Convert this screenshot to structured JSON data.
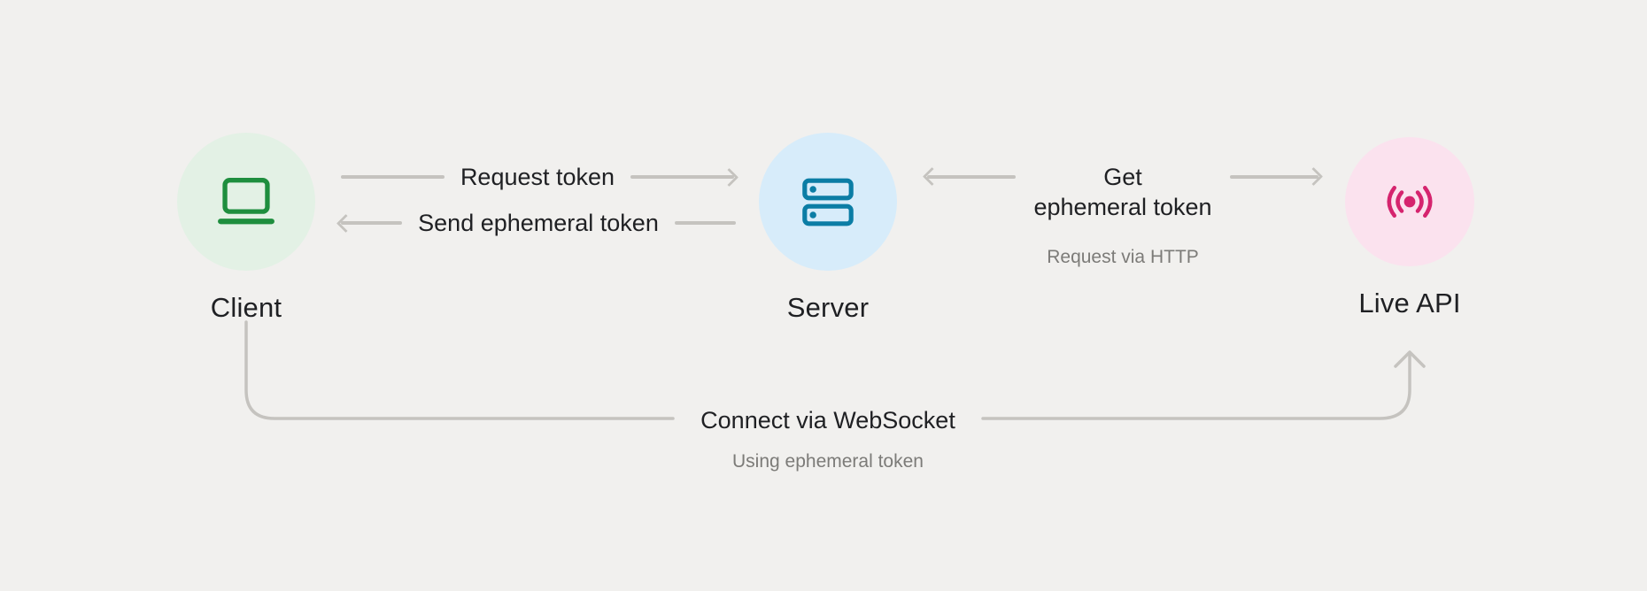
{
  "page": {
    "background": "#f1f0ee",
    "type": "architecture-diagram"
  },
  "nodes": {
    "client": {
      "label": "Client",
      "icon": "laptop-icon",
      "circle_color": "#e3f1e5",
      "icon_color": "#1e8e3e"
    },
    "server": {
      "label": "Server",
      "icon": "server-icon",
      "circle_color": "#d7ecfa",
      "icon_color": "#0b7da5"
    },
    "live_api": {
      "label": "Live API",
      "icon": "broadcast-icon",
      "circle_color": "#fbe2ee",
      "icon_color": "#d5246e"
    }
  },
  "edges": {
    "request_token": {
      "label": "Request token",
      "direction": "client-to-server"
    },
    "send_ephemeral_token": {
      "label": "Send ephemeral token",
      "direction": "server-to-client"
    },
    "get_ephemeral_token": {
      "label_line1": "Get",
      "label_line2": "ephemeral token",
      "sublabel": "Request via HTTP",
      "direction": "between-server-and-live-api"
    },
    "connect_websocket": {
      "label": "Connect via WebSocket",
      "sublabel": "Using ephemeral token",
      "direction": "client-to-live-api"
    }
  },
  "colors": {
    "arrow": "#c5c3bf",
    "text": "#1f2023",
    "muted": "#7c7b78"
  }
}
